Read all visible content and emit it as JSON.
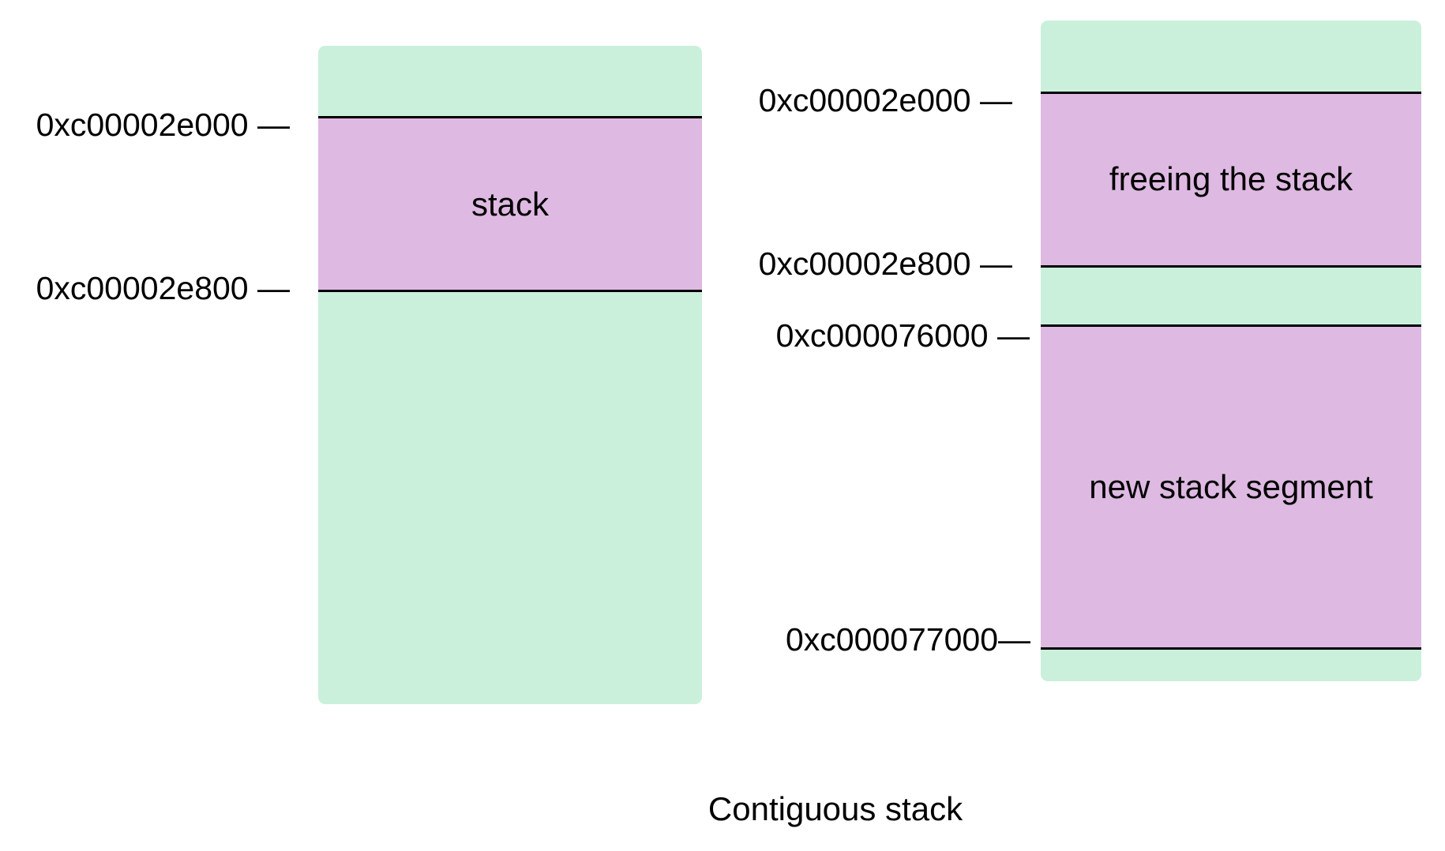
{
  "diagram": {
    "caption": "Contiguous stack",
    "colors": {
      "free_memory": "#caf0dc",
      "stack_memory": "#deb9e2",
      "boundary_line": "#000000",
      "text": "#000000",
      "background": "#ffffff"
    },
    "left_column": {
      "address_labels": [
        "0xc00002e000 —",
        "0xc00002e800 —"
      ],
      "segment_labels": [
        "stack"
      ]
    },
    "right_column": {
      "address_labels": [
        "0xc00002e000 —",
        "0xc00002e800 —",
        "0xc000076000 —",
        "0xc000077000—"
      ],
      "segment_labels": [
        "freeing the stack",
        "new stack segment"
      ]
    }
  }
}
